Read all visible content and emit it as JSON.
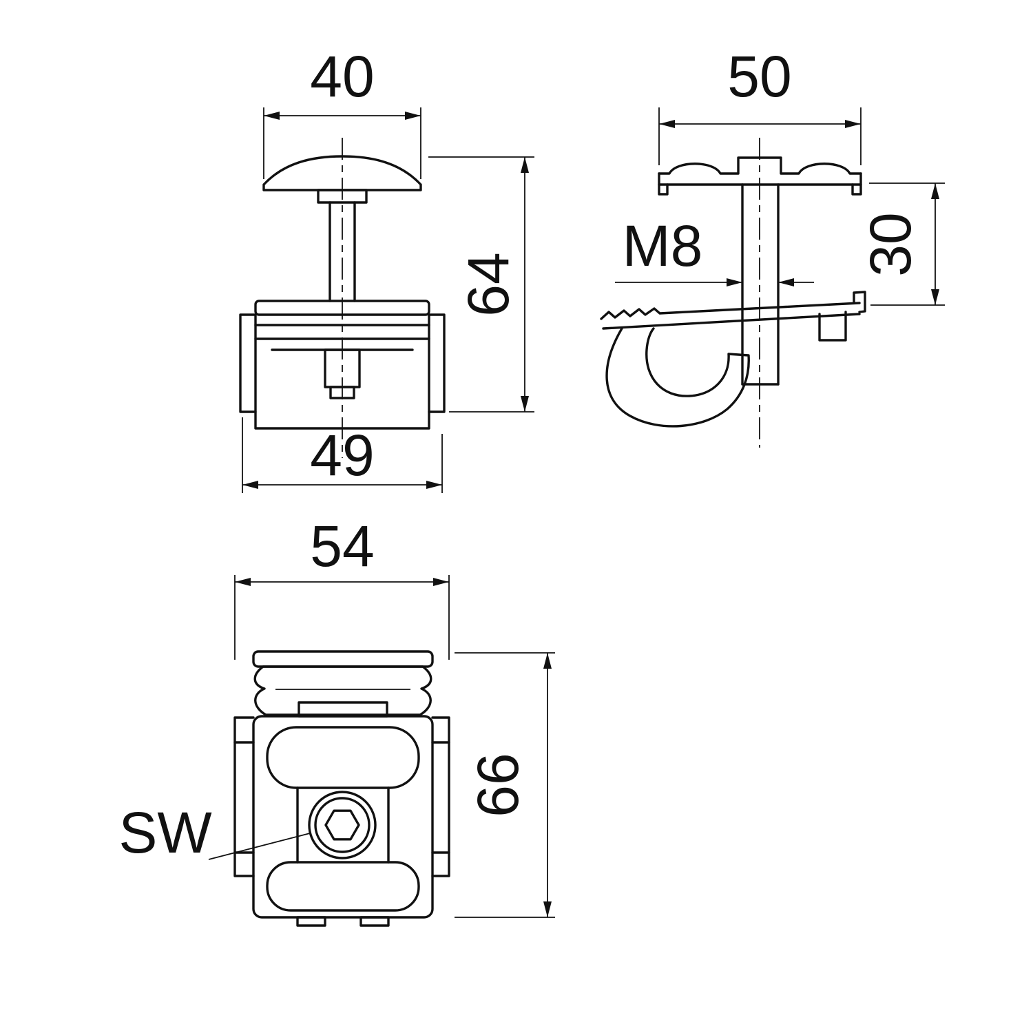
{
  "drawing": {
    "front_view": {
      "top_width": "40",
      "overall_height": "64",
      "bottom_width": "49"
    },
    "side_view": {
      "top_width": "50",
      "thread": "M8",
      "height": "30"
    },
    "bottom_view": {
      "width": "54",
      "height": "66",
      "wrench_size_label": "SW"
    },
    "colors": {
      "line": "#111111",
      "background": "#ffffff"
    }
  }
}
